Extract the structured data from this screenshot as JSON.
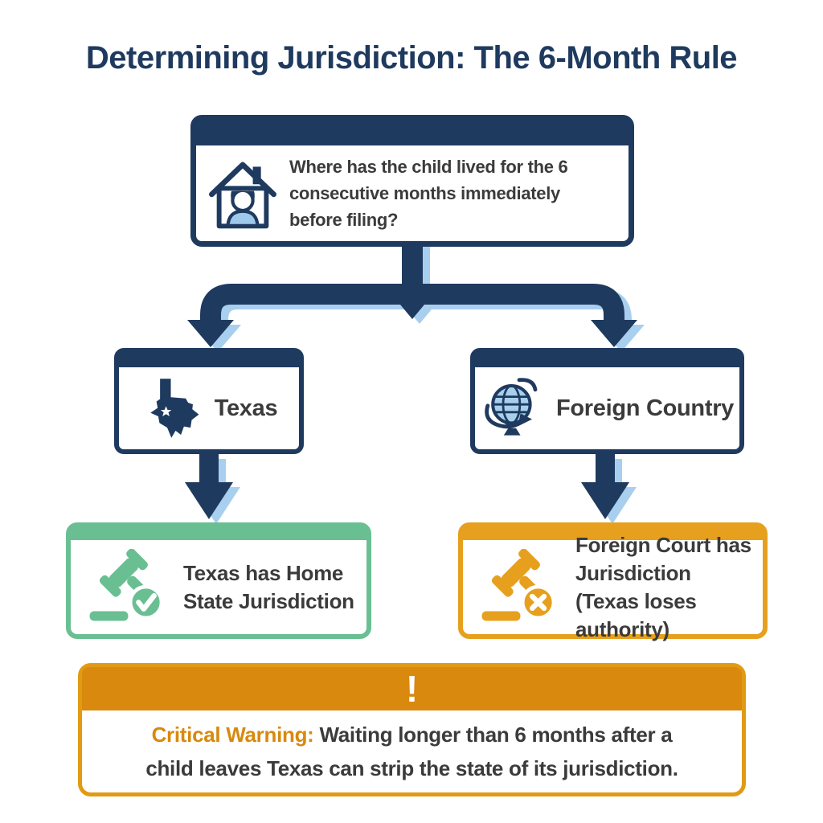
{
  "title": "Determining Jurisdiction: The 6-Month Rule",
  "palette": {
    "navy": "#1F3A5F",
    "light_blue": "#A9CFEE",
    "shirt_blue": "#9FC9EA",
    "globe_blue": "#A8D0EC",
    "green": "#6ABF92",
    "orange": "#E7A01D",
    "warning_orange": "#D8890E",
    "warning_border": "#E29A15",
    "text_dark": "#3B3B3B",
    "white": "#FFFFFF"
  },
  "question": {
    "icon": "house-child-icon",
    "lines": [
      "Where has the child lived for the 6",
      "consecutive months immediately",
      "before filing?"
    ]
  },
  "branches": [
    {
      "label": "Texas",
      "icon": "texas-state-icon"
    },
    {
      "label": "Foreign Country",
      "icon": "globe-icon"
    }
  ],
  "outcomes": [
    {
      "icon": "gavel-check-icon",
      "accent": "#6ABF92",
      "lines": [
        "Texas has Home",
        "State Jurisdiction"
      ]
    },
    {
      "icon": "gavel-x-icon",
      "accent": "#E7A01D",
      "lines": [
        "Foreign Court has",
        "Jurisdiction",
        "(Texas loses authority)"
      ]
    }
  ],
  "warning": {
    "icon": "exclamation-icon",
    "glyph": "!",
    "prefix": "Critical Warning:",
    "line1": "Waiting longer than 6 months after a",
    "line2": "child leaves Texas can strip the state of its jurisdiction."
  }
}
